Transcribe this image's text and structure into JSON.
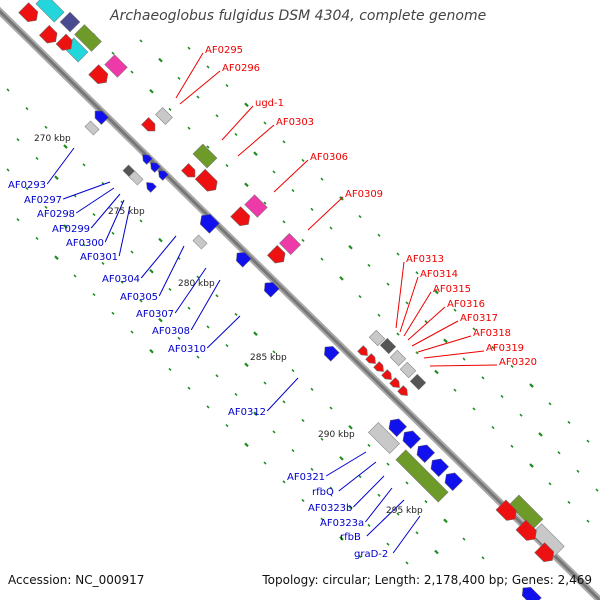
{
  "title": "Archaeoglobus fulgidus DSM 4304, complete genome",
  "footer": {
    "accession": "Accession: NC_000917",
    "topology": "Topology: circular; Length: 2,178,400 bp; Genes: 2,469"
  },
  "colors": {
    "forward_label": "#ee0000",
    "reverse_label": "#0000cc",
    "backbone": "#888888",
    "tick": "#1e8c1e"
  },
  "kbp_ticks": [
    "270 kbp",
    "275 kbp",
    "280 kbp",
    "285 kbp",
    "290 kbp",
    "295 kbp"
  ],
  "forward_labels": [
    "AF0295",
    "AF0296",
    "ugd-1",
    "AF0303",
    "AF0306",
    "AF0309",
    "AF0313",
    "AF0314",
    "AF0315",
    "AF0316",
    "AF0317",
    "AF0318",
    "AF0319",
    "AF0320"
  ],
  "reverse_labels": [
    "AF0293",
    "AF0297",
    "AF0298",
    "AF0299",
    "AF0300",
    "AF0301",
    "AF0304",
    "AF0305",
    "AF0307",
    "AF0308",
    "AF0310",
    "AF0312",
    "AF0321",
    "rfbQ",
    "AF0323b",
    "AF0323a",
    "rfbB",
    "graD-2"
  ]
}
